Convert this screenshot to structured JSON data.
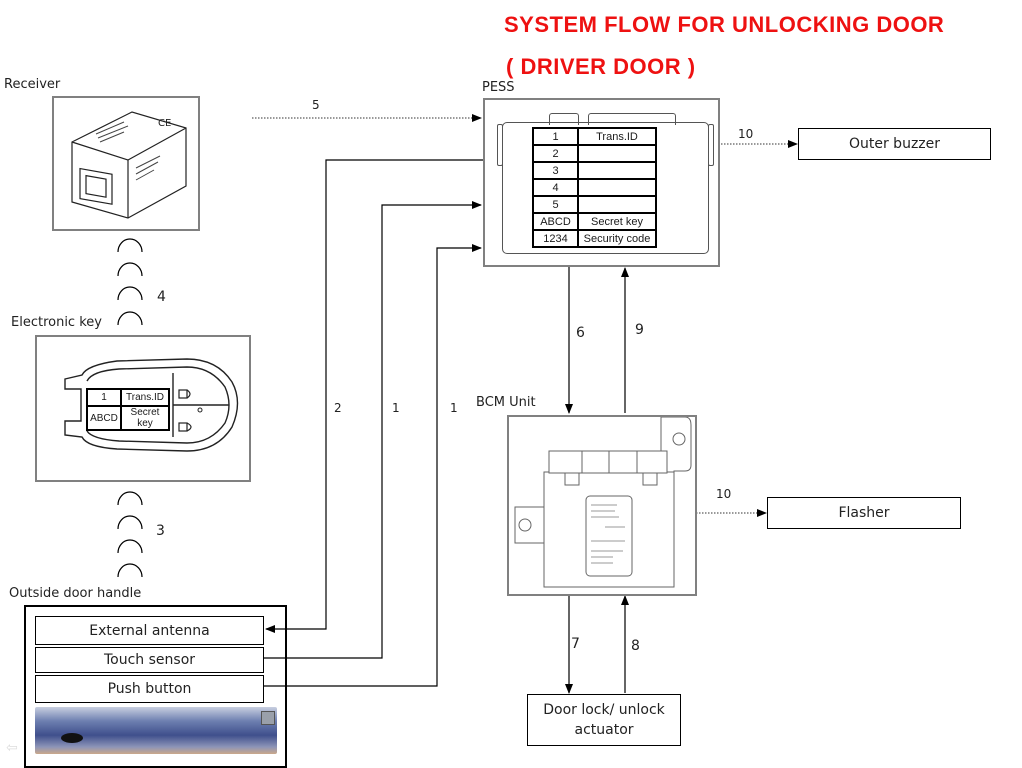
{
  "title": {
    "line1": "SYSTEM  FLOW  FOR  UNLOCKING  DOOR",
    "line2": "( DRIVER  DOOR )"
  },
  "components": {
    "receiver": {
      "label": "Receiver"
    },
    "electronic_key": {
      "label": "Electronic  key",
      "table": [
        [
          "1",
          "Trans.ID"
        ],
        [
          "ABCD",
          "Secret key"
        ]
      ]
    },
    "outside_door_handle": {
      "label": "Outside door handle",
      "parts": [
        "External antenna",
        "Touch    sensor",
        "Push  button"
      ]
    },
    "pess": {
      "label": "PESS",
      "table": [
        [
          "1",
          "Trans.ID"
        ],
        [
          "2",
          ""
        ],
        [
          "3",
          ""
        ],
        [
          "4",
          ""
        ],
        [
          "5",
          ""
        ],
        [
          "ABCD",
          "Secret key"
        ],
        [
          "1234",
          "Security code"
        ]
      ]
    },
    "outer_buzzer": {
      "label": "Outer buzzer"
    },
    "bcm_unit": {
      "label": "BCM Unit"
    },
    "flasher": {
      "label": "Flasher"
    },
    "door_actuator": {
      "label_line1": "Door lock/ unlock",
      "label_line2": "actuator"
    }
  },
  "flows": {
    "step1_touch": "1",
    "step1_push": "1",
    "step2": "2",
    "step3": "3",
    "step4": "4",
    "step5": "5",
    "step6": "6",
    "step7": "7",
    "step8": "8",
    "step9": "9",
    "step10_buzzer": "10",
    "step10_flasher": "10"
  }
}
